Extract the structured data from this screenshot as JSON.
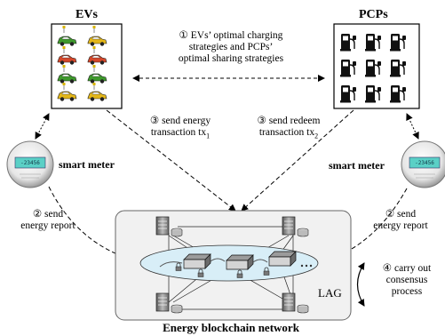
{
  "title_evs": "EVs",
  "title_pcps": "PCPs",
  "step1": {
    "num": "①",
    "line1": " EVs’ optimal charging",
    "line2": "strategies and PCPs’",
    "line3": "optimal sharing strategies"
  },
  "step3a": {
    "num": "③",
    "line1": " send energy",
    "line2_prefix": "transaction tx",
    "line2_sub": "1"
  },
  "step3b": {
    "num": "③",
    "line1": " send  redeem",
    "line2_prefix": "transaction tx",
    "line2_sub": "2"
  },
  "smart_meter_left": "smart meter",
  "smart_meter_right": "smart meter",
  "meter_display": "-23456",
  "step2_left": {
    "num": "②",
    "line1": " send",
    "line2": "energy report"
  },
  "step2_right": {
    "num": "②",
    "line1": " send",
    "line2": "energy report"
  },
  "step4": {
    "num": "④",
    "line1": " carry out",
    "line2": "consensus",
    "line3": "process"
  },
  "lag": "LAG",
  "network_title": "Energy blockchain network",
  "colors": {
    "car_green": "#3f9a2c",
    "car_yellow": "#e4b719",
    "car_red": "#d4472a",
    "ring_fill": "#d8eef7",
    "network_bg": "#f1f1f1"
  }
}
